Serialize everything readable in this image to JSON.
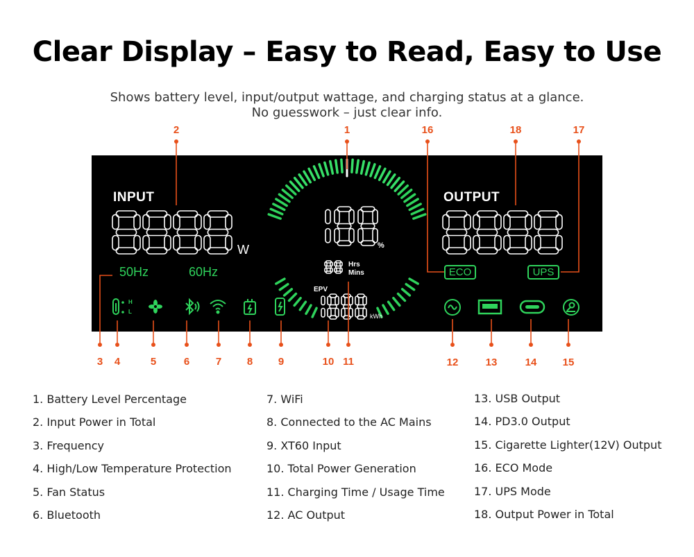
{
  "header": {
    "title": "Clear Display – Easy to Read, Easy to Use",
    "subtitle_line1": "Shows battery level, input/output wattage, and charging status at a glance.",
    "subtitle_line2": "No guesswork – just clear info."
  },
  "display": {
    "input_label": "INPUT",
    "output_label": "OUTPUT",
    "input_digits": "8888",
    "output_digits": "8888",
    "battery_digits": "188",
    "time_digits": "88",
    "epv_digits": "1888",
    "watt_unit": "W",
    "percent_unit": "%",
    "freq_50": "50Hz",
    "freq_60": "60Hz",
    "hrs": "Hrs",
    "mins": "Mins",
    "epv": "EPV",
    "kwh": "kWh",
    "temp_high": "H",
    "temp_low": "L",
    "eco": "ECO",
    "ups": "UPS"
  },
  "callout_numbers": [
    "1",
    "2",
    "3",
    "4",
    "5",
    "6",
    "7",
    "8",
    "9",
    "10",
    "11",
    "12",
    "13",
    "14",
    "15",
    "16",
    "17",
    "18"
  ],
  "legend": [
    [
      "1. Battery Level Percentage",
      "2. Input Power in Total",
      "3. Frequency",
      "4. High/Low Temperature Protection",
      "5. Fan Status",
      "6. Bluetooth"
    ],
    [
      "7. WiFi",
      "8. Connected to the AC Mains",
      "9. XT60 Input",
      "10. Total Power Generation",
      "11. Charging Time / Usage Time",
      "12. AC Output"
    ],
    [
      "13. USB Output",
      "14. PD3.0 Output",
      "15. Cigarette Lighter(12V) Output",
      "16. ECO Mode",
      "17. UPS Mode",
      "18. Output Power in Total"
    ]
  ],
  "icons": [
    "thermometer-icon",
    "fan-icon",
    "bluetooth-icon",
    "wifi-icon",
    "ac-plug-icon",
    "xt60-icon",
    "ac-output-icon",
    "usb-output-icon",
    "usb-c-output-icon",
    "car-socket-icon"
  ],
  "colors": {
    "callout": "#e8501a",
    "lcd_green": "#2fd45c",
    "lcd_white": "#ffffff",
    "panel": "#000000"
  }
}
